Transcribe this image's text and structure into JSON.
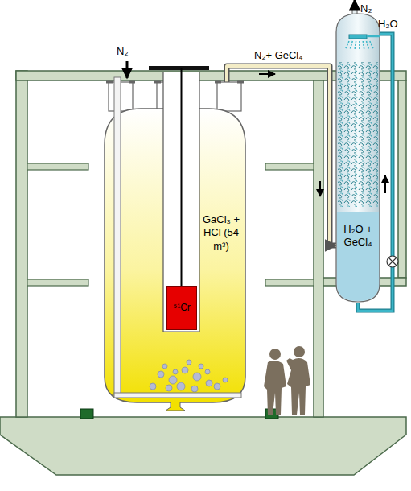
{
  "diagram": {
    "nodes": [
      {
        "text": [
          "GaCl₃ + HCl (54 m³)"
        ]
      },
      {
        "text": [
          "⁵¹Cr"
        ],
        "in": 0
      },
      {
        "text": [
          "H₂O + GeCl₄"
        ]
      }
    ],
    "edges": [
      {
        "from": 0,
        "to": 2,
        "arrow": "to",
        "label": "N₂+ GeCl₄"
      }
    ],
    "labels": [
      "N₂",
      "N₂",
      "H₂O"
    ]
  }
}
